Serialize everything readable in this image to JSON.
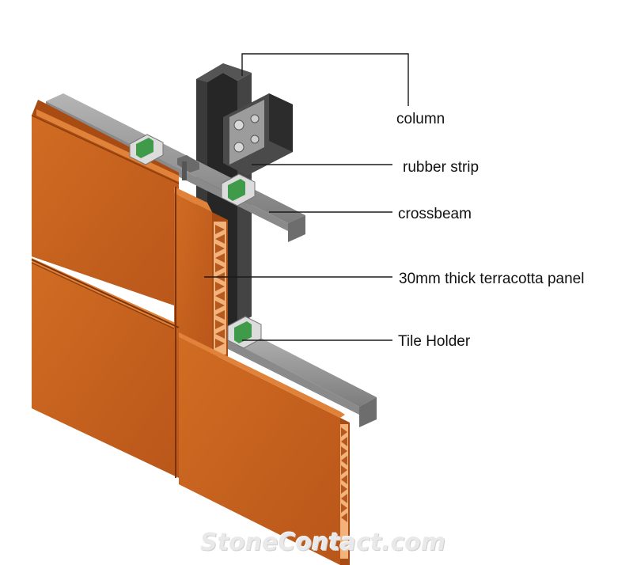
{
  "labels": {
    "column": "column",
    "rubber_strip": "rubber strip",
    "crossbeam": "crossbeam",
    "panel": "30mm thick terracotta panel",
    "tile_holder": "Tile Holder"
  },
  "watermark": "StoneContact.com",
  "colors": {
    "terracotta": "#c8621a",
    "terracotta_dark": "#8f3f0c",
    "steel": "#9a9a9a",
    "steel_dark": "#5f5f5f",
    "column": "#2f2f2f",
    "rubber": "#3f9a4a",
    "leader": "#1a1a1a"
  }
}
